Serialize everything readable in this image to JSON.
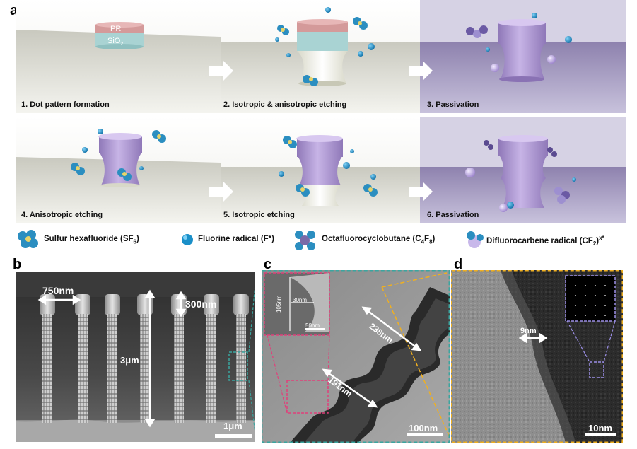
{
  "panels": {
    "a": "a",
    "b": "b",
    "c": "c",
    "d": "d"
  },
  "layers": {
    "pr": "PR",
    "sio2_main": "SiO",
    "sio2_sub": "2"
  },
  "steps": [
    {
      "label": "1.  Dot pattern formation"
    },
    {
      "label": "2. Isotropic  & anisotropic etching"
    },
    {
      "label": "3. Passivation"
    },
    {
      "label": "4. Anisotropic etching"
    },
    {
      "label": "5. Isotropic etching"
    },
    {
      "label": "6. Passivation"
    }
  ],
  "legend": [
    {
      "name": "Sulfur hexafluoride (SF",
      "sub": "6",
      "end": ")",
      "icon": "sf6-molecule-icon"
    },
    {
      "name": "Fluorine radical (F*)",
      "sub": "",
      "end": "",
      "icon": "fluorine-radical-icon"
    },
    {
      "name": "Octafluorocyclobutane (C",
      "sub": "4",
      "mid": "F",
      "sub2": "8",
      "end": ")",
      "icon": "c4f8-molecule-icon"
    },
    {
      "name": "Difluorocarbene radical (CF",
      "sub": "2",
      "end": ")",
      "sup": "x*",
      "icon": "cf2-radical-icon"
    }
  ],
  "sem": {
    "width_label": "750nm",
    "cap_label": "300nm",
    "height_label": "3μm",
    "scale_bar": "1μm"
  },
  "tem_c": {
    "inset_height": "105nm",
    "inset_width": "30nm",
    "inset_scale": "50nm",
    "width_top": "238nm",
    "width_bottom": "191nm",
    "scale_bar": "100nm"
  },
  "tem_d": {
    "layer_label": "9nm",
    "scale_bar": "10nm"
  },
  "colors": {
    "pr": "#d49a9a",
    "sio2": "#a9d3d3",
    "pillar": "#a993c9",
    "fluorine": "#1a8fc8",
    "magenta_box": "#e0407a",
    "teal_box": "#3aa6a0",
    "yellow_box": "#f0b020",
    "lavender_box": "#9b8ee6"
  }
}
